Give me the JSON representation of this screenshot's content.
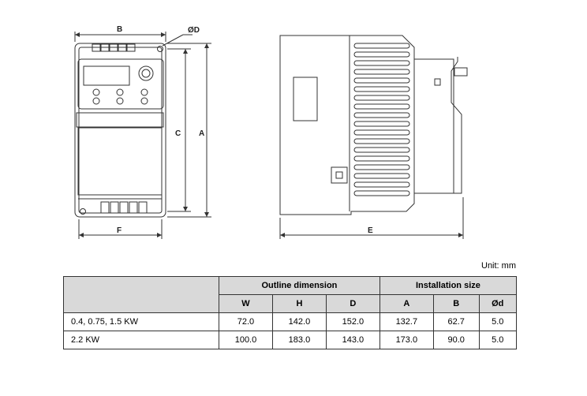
{
  "drawing": {
    "labels": {
      "b": "B",
      "od": "ØD",
      "c": "C",
      "a": "A",
      "f": "F",
      "e": "E"
    }
  },
  "unit_note": "Unit: mm",
  "table": {
    "group_headers": {
      "outline": "Outline dimension",
      "install": "Installation size"
    },
    "columns": [
      "W",
      "H",
      "D",
      "A",
      "B",
      "Ød"
    ],
    "rows": [
      {
        "model": "0.4, 0.75, 1.5 KW",
        "values": [
          "72.0",
          "142.0",
          "152.0",
          "132.7",
          "62.7",
          "5.0"
        ]
      },
      {
        "model": "2.2 KW",
        "values": [
          "100.0",
          "183.0",
          "143.0",
          "173.0",
          "90.0",
          "5.0"
        ]
      }
    ]
  }
}
